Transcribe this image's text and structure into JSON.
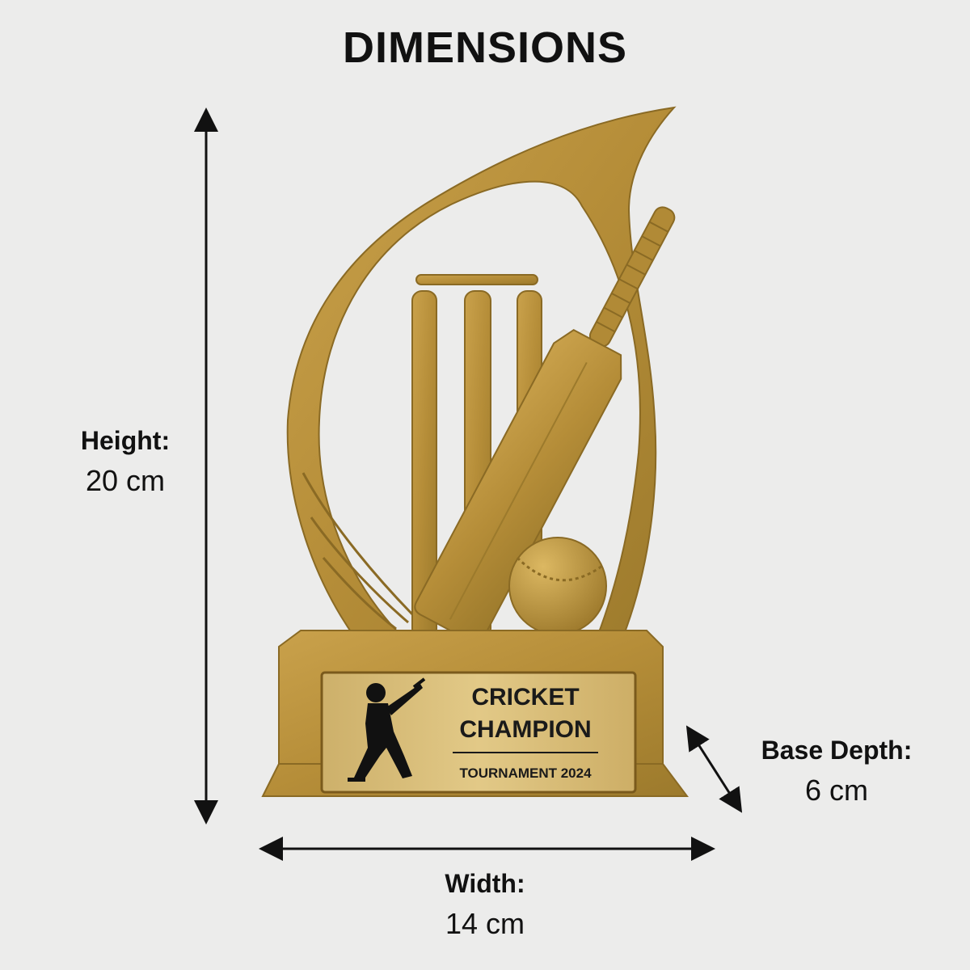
{
  "title": "DIMENSIONS",
  "height": {
    "label": "Height:",
    "value": "20 cm"
  },
  "width": {
    "label": "Width:",
    "value": "14 cm"
  },
  "base_depth": {
    "label": "Base Depth:",
    "value": "6 cm"
  },
  "plaque": {
    "line1": "CRICKET",
    "line2": "CHAMPION",
    "line3": "TOURNAMENT 2024"
  },
  "colors": {
    "background": "#ececeb",
    "gold": "#b8913a",
    "gold_dark": "#8a6a24",
    "gold_light": "#d3af5a",
    "plaque": "#d8bb72",
    "arrow": "#111111"
  },
  "icons": [
    "batsman-silhouette-icon",
    "cricket-bat",
    "cricket-ball",
    "cricket-stumps"
  ]
}
